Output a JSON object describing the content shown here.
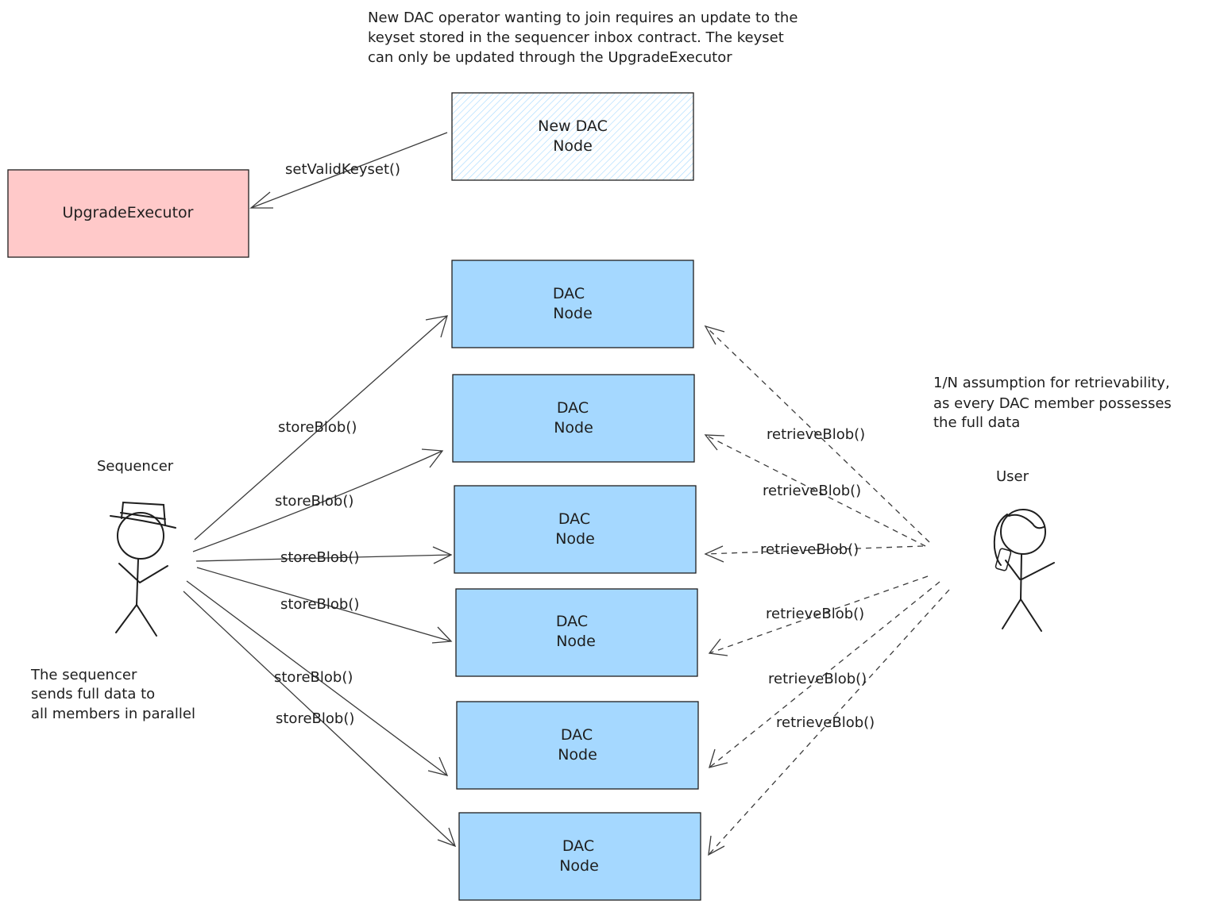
{
  "notes": {
    "keyset_note": [
      "New DAC operator wanting to join requires an update to the",
      "keyset stored in the sequencer inbox contract. The keyset",
      "can only be updated through the UpgradeExecutor"
    ],
    "retrievability_note": [
      "1/N assumption for retrievability,",
      "as every DAC member possesses",
      "the full data"
    ],
    "sequencer_note": [
      "The sequencer",
      "sends full data to",
      "all members in parallel"
    ]
  },
  "nodes": {
    "new_dac": [
      "New DAC",
      "Node"
    ],
    "upgrade_executor": "UpgradeExecutor",
    "dac_nodes": [
      [
        "DAC",
        "Node"
      ],
      [
        "DAC",
        "Node"
      ],
      [
        "DAC",
        "Node"
      ],
      [
        "DAC",
        "Node"
      ],
      [
        "DAC",
        "Node"
      ],
      [
        "DAC",
        "Node"
      ]
    ]
  },
  "actors": {
    "sequencer": "Sequencer",
    "user": "User"
  },
  "edges": {
    "set_keyset": "setValidKeyset()",
    "store": [
      "storeBlob()",
      "storeBlob()",
      "storeBlob()",
      "storeBlob()",
      "storeBlob()",
      "storeBlob()"
    ],
    "retrieve": [
      "retrieveBlob()",
      "retrieveBlob()",
      "retrieveBlob()",
      "retrieveBlob()",
      "retrieveBlob()",
      "retrieveBlob()"
    ]
  },
  "colors": {
    "dac_fill": "#a5d8ff",
    "upgrade_fill": "#ffc9c9",
    "new_dac_hatch": "#a5d8ff",
    "stroke": "#1e1e1e"
  }
}
